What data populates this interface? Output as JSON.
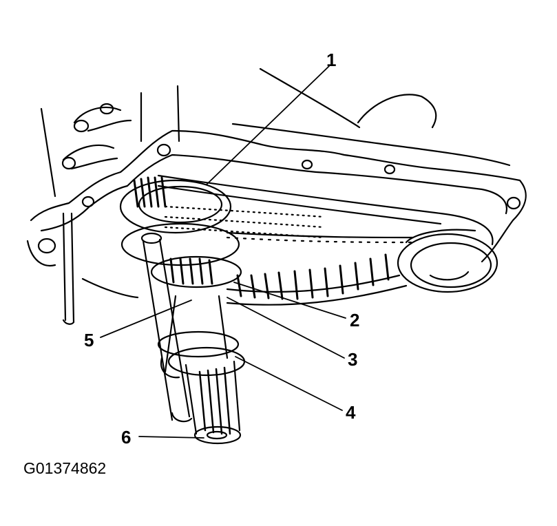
{
  "figure": {
    "id_code": "G01374862"
  },
  "callouts": [
    {
      "number": "1"
    },
    {
      "number": "2"
    },
    {
      "number": "3"
    },
    {
      "number": "4"
    },
    {
      "number": "5"
    },
    {
      "number": "6"
    }
  ],
  "colors": {
    "ink": "#000000",
    "paper": "#ffffff"
  }
}
